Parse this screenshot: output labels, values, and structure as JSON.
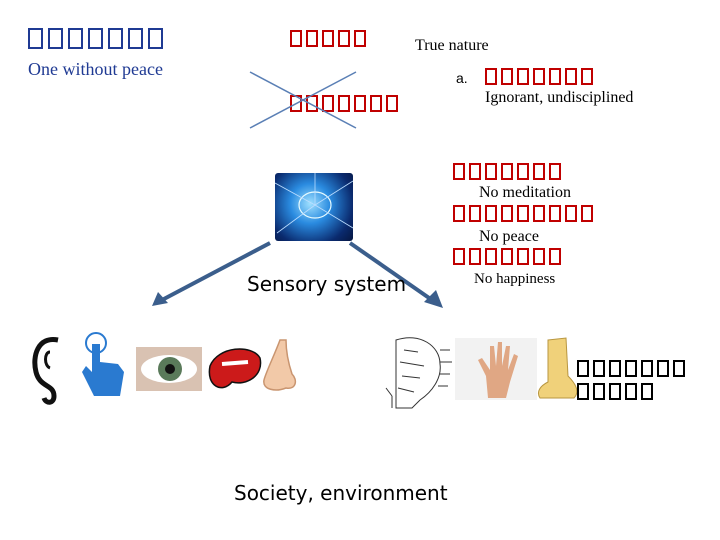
{
  "heading": {
    "subtitle": "One without peace"
  },
  "top": {
    "true_nature": "True nature"
  },
  "list": {
    "marker": "a.",
    "item_a_desc": "Ignorant, undisciplined",
    "no_meditation": "No meditation",
    "no_peace": "No peace",
    "no_happiness": "No happiness"
  },
  "center": {
    "sensory_label": "Sensory system",
    "society_label": "Society, environment"
  },
  "colors": {
    "title": "#1f3a93",
    "accent": "#c00000",
    "arrow": "#3b5e8c",
    "cross": "#5a7fb5"
  },
  "icons": [
    "brain-icon",
    "ear-icon",
    "touch-hand-icon",
    "eye-icon",
    "mouth-icon",
    "nose-icon",
    "anatomy-head-icon",
    "hand-icon",
    "foot-icon"
  ]
}
